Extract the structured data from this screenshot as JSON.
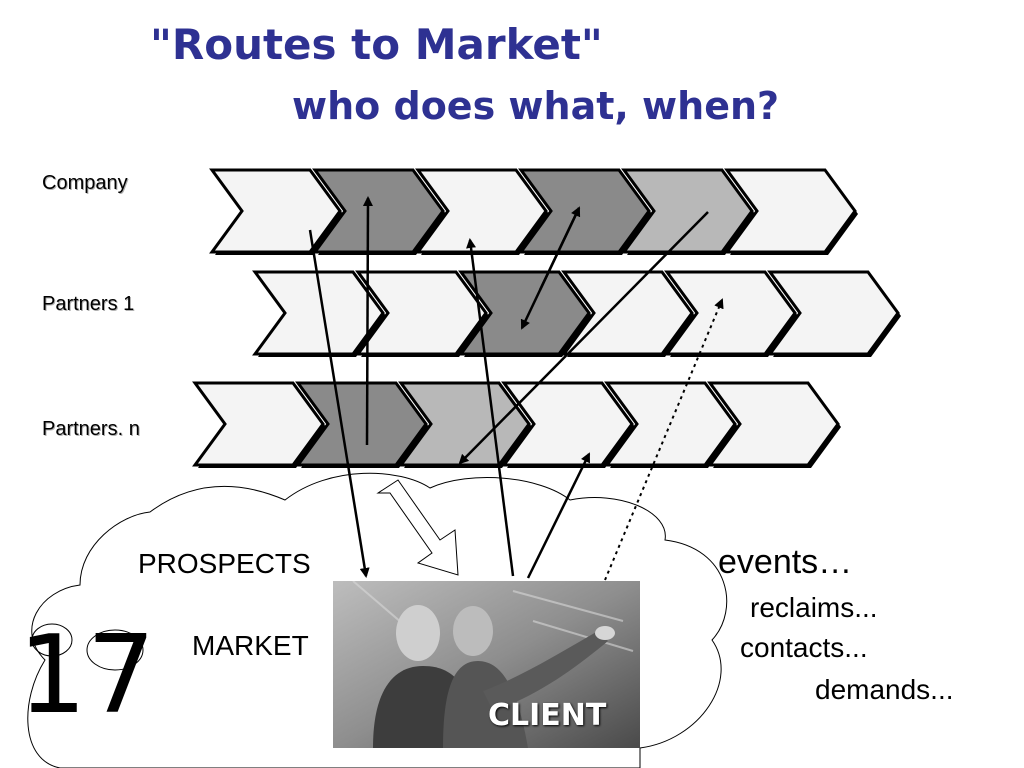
{
  "header": {
    "title": "\"Routes to Market\"",
    "subtitle": "who does what, when?"
  },
  "rows": [
    {
      "label": "Company",
      "fills": [
        "light",
        "dark",
        "light",
        "dark",
        "mid",
        "light"
      ]
    },
    {
      "label": "Partners 1",
      "fills": [
        "light",
        "light",
        "dark",
        "light",
        "light",
        "light"
      ]
    },
    {
      "label": "Partners.  n",
      "fills": [
        "light",
        "dark",
        "mid",
        "light",
        "light",
        "light"
      ]
    }
  ],
  "colors": {
    "title": "#2e3192",
    "chevron_light": "#f4f4f4",
    "chevron_mid": "#b8b8b8",
    "chevron_dark": "#8a8a8a",
    "outline": "#000000"
  },
  "cloud": {
    "prospects": "PROSPECTS",
    "market": "MARKET",
    "events": "events…",
    "reclaims": "reclaims...",
    "contacts": "contacts...",
    "demands": "demands..."
  },
  "photo": {
    "label": "CLIENT"
  },
  "slide": {
    "number": "17"
  }
}
